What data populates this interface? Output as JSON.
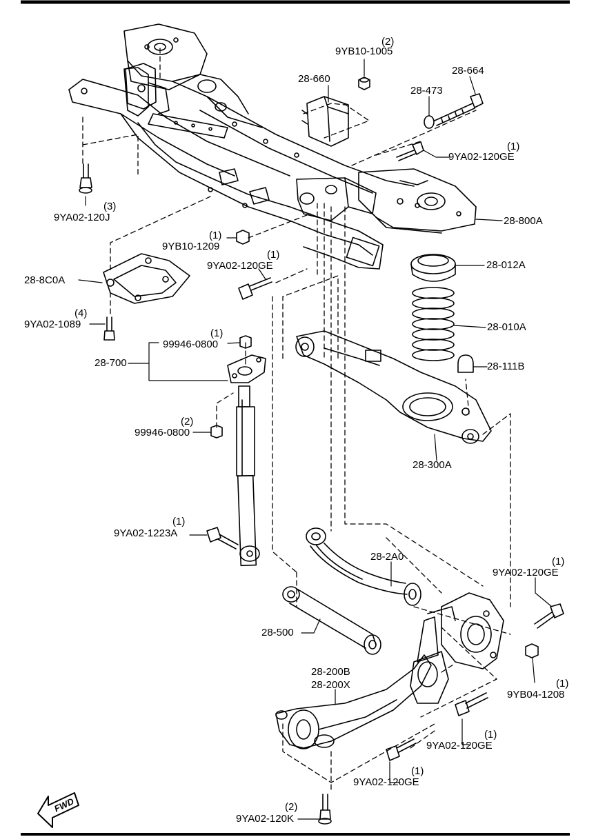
{
  "parts": [
    {
      "id": "9yb10-1005",
      "number": "9YB10-1005",
      "qty": "(2)"
    },
    {
      "id": "28-660",
      "number": "28-660",
      "qty": ""
    },
    {
      "id": "28-664",
      "number": "28-664",
      "qty": ""
    },
    {
      "id": "28-473",
      "number": "28-473",
      "qty": ""
    },
    {
      "id": "9ya02-120ge-top",
      "number": "9YA02-120GE",
      "qty": "(1)"
    },
    {
      "id": "9ya02-120j",
      "number": "9YA02-120J",
      "qty": "(3)"
    },
    {
      "id": "28-800a",
      "number": "28-800A",
      "qty": ""
    },
    {
      "id": "9yb10-1209",
      "number": "9YB10-1209",
      "qty": "(1)"
    },
    {
      "id": "9ya02-120ge-mid",
      "number": "9YA02-120GE",
      "qty": "(1)"
    },
    {
      "id": "28-8c0a",
      "number": "28-8C0A",
      "qty": ""
    },
    {
      "id": "28-012a",
      "number": "28-012A",
      "qty": ""
    },
    {
      "id": "9ya02-1089",
      "number": "9YA02-1089",
      "qty": "(4)"
    },
    {
      "id": "28-010a",
      "number": "28-010A",
      "qty": ""
    },
    {
      "id": "99946-0800-top",
      "number": "99946-0800",
      "qty": "(1)"
    },
    {
      "id": "28-700",
      "number": "28-700",
      "qty": ""
    },
    {
      "id": "28-111b",
      "number": "28-111B",
      "qty": ""
    },
    {
      "id": "99946-0800-bot",
      "number": "99946-0800",
      "qty": "(2)"
    },
    {
      "id": "28-300a",
      "number": "28-300A",
      "qty": ""
    },
    {
      "id": "9ya02-1223a",
      "number": "9YA02-1223A",
      "qty": "(1)"
    },
    {
      "id": "28-2a0",
      "number": "28-2A0",
      "qty": ""
    },
    {
      "id": "9ya02-120ge-right",
      "number": "9YA02-120GE",
      "qty": "(1)"
    },
    {
      "id": "28-500",
      "number": "28-500",
      "qty": ""
    },
    {
      "id": "28-200b",
      "number": "28-200B",
      "qty": ""
    },
    {
      "id": "28-200x",
      "number": "28-200X",
      "qty": ""
    },
    {
      "id": "9yb04-1208",
      "number": "9YB04-1208",
      "qty": "(1)"
    },
    {
      "id": "9ya02-120ge-lowr",
      "number": "9YA02-120GE",
      "qty": "(1)"
    },
    {
      "id": "9ya02-120ge-lowl",
      "number": "9YA02-120GE",
      "qty": "(1)"
    },
    {
      "id": "9ya02-120k",
      "number": "9YA02-120K",
      "qty": "(2)"
    }
  ],
  "direction_label": "FWD",
  "colors": {
    "line": "#000000",
    "background": "#ffffff"
  }
}
